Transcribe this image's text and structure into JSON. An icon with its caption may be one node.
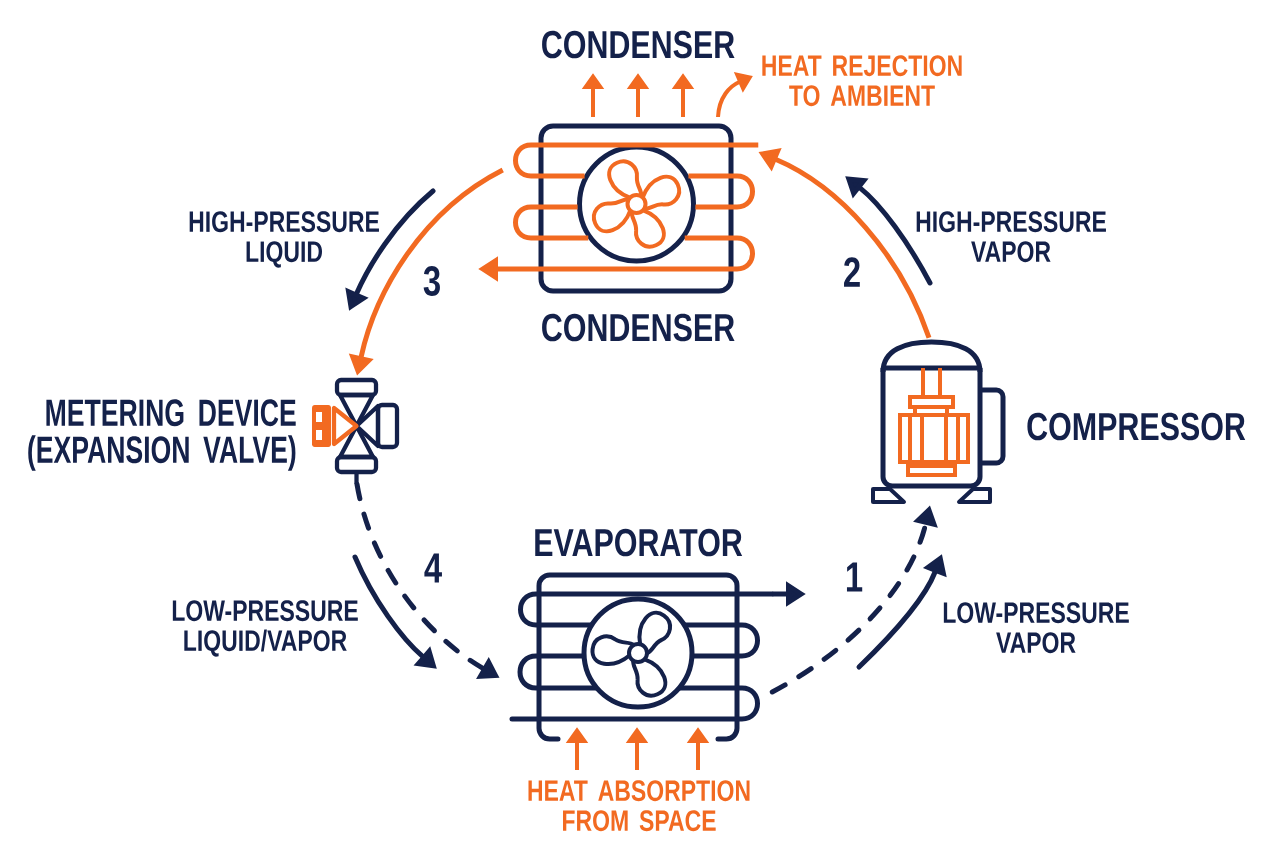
{
  "diagram": {
    "nodes": [
      {
        "text": [
          "CONDENSER"
        ],
        "beside": [
          "CONDENSER"
        ]
      },
      {
        "text": [
          "METERING DEVICE (EXPANSION VALVE)"
        ]
      },
      {
        "text": [
          "COMPRESSOR"
        ]
      },
      {
        "text": [
          "EVAPORATOR"
        ]
      }
    ],
    "edges": [
      {
        "from": 2,
        "to": 0,
        "arrow": "to",
        "color": "#f26a21"
      },
      {
        "from": 0,
        "to": null,
        "arrow": "to",
        "color": "#f26a21"
      },
      {
        "from": 0,
        "to": 1,
        "arrow": "to",
        "color": "#f26a21"
      },
      {
        "from": 1,
        "to": 3,
        "arrow": "to",
        "style": "dashed",
        "color": "#14214a"
      },
      {
        "from": 3,
        "to": null,
        "arrow": "to",
        "color": "#14214a"
      },
      {
        "from": 3,
        "to": 2,
        "arrow": "to",
        "style": "dashed",
        "color": "#14214a"
      }
    ],
    "labels": [
      "HEAT REJECTION TO AMBIENT",
      "HIGH-PRESSURE LIQUID",
      "HIGH-PRESSURE VAPOR",
      "3",
      "2",
      "4",
      "1",
      "LOW-PRESSURE LIQUID/VAPOR",
      "LOW-PRESSURE VAPOR",
      "HEAT ABSORPTION FROM SPACE"
    ]
  }
}
